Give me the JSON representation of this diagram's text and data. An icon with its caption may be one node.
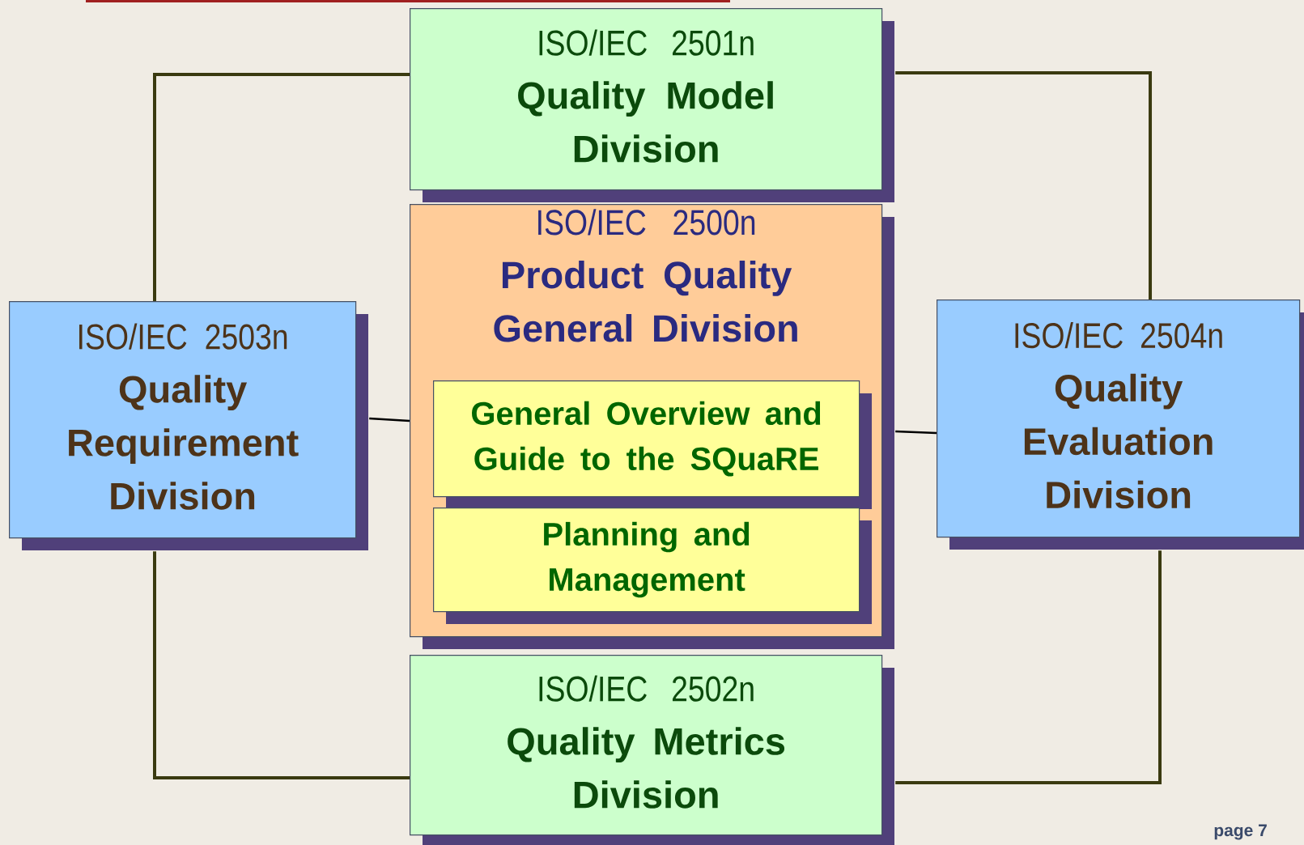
{
  "diagram": {
    "nodes": [
      {
        "text": [
          "ISO/IEC 2501n",
          "Quality Model Division"
        ]
      },
      {
        "text": [
          "ISO/IEC 2500n",
          "Product Quality General Division"
        ]
      },
      {
        "text": [
          "General Overview and Guide to the SQuaRE"
        ],
        "in": 1
      },
      {
        "text": [
          "Planning and Management"
        ],
        "in": 1
      },
      {
        "text": [
          "ISO/IEC 2503n",
          "Quality Requirement Division"
        ]
      },
      {
        "text": [
          "ISO/IEC 2504n",
          "Quality Evaluation Division"
        ]
      },
      {
        "text": [
          "ISO/IEC 2502n",
          "Quality Metrics Division"
        ]
      }
    ],
    "edges": [
      {
        "from": 4,
        "to": 0,
        "arrow": "none"
      },
      {
        "from": 0,
        "to": 5,
        "arrow": "none"
      },
      {
        "from": 4,
        "to": 1,
        "arrow": "none",
        "color": "#000000"
      },
      {
        "from": 1,
        "to": 5,
        "arrow": "none",
        "color": "#000000"
      },
      {
        "from": 4,
        "to": 6,
        "arrow": "none"
      },
      {
        "from": 6,
        "to": 5,
        "arrow": "none"
      }
    ],
    "labels": [
      "page 7"
    ]
  }
}
